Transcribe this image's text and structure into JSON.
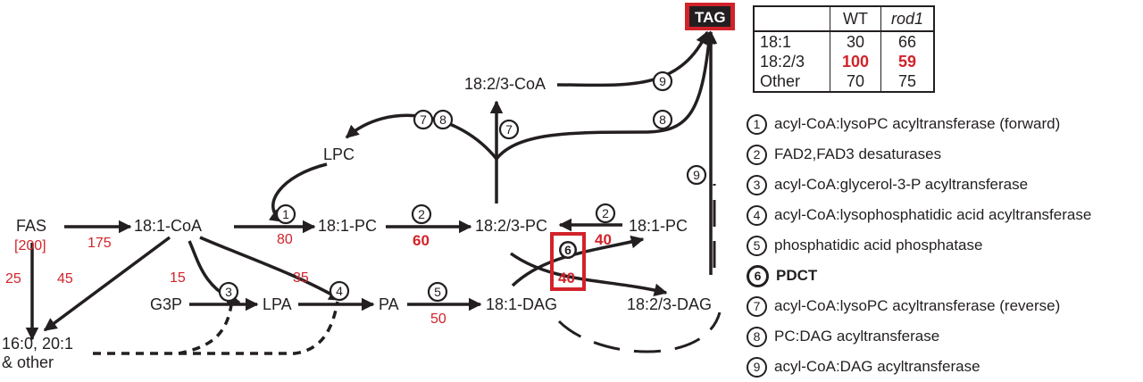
{
  "nodes": {
    "fas": "FAS",
    "fas_value": "[200]",
    "c181_coa": "18:1-CoA",
    "c181_pc": "18:1-PC",
    "c1823_pc": "18:2/3-PC",
    "c181_pc_right": "18:1-PC",
    "c1823_coa": "18:2/3-CoA",
    "lpc": "LPC",
    "tag": "TAG",
    "g3p": "G3P",
    "lpa": "LPA",
    "pa": "PA",
    "c181_dag": "18:1-DAG",
    "c1823_dag": "18:2/3-DAG",
    "other_fa_line1": "16:0, 20:1",
    "other_fa_line2": "& other"
  },
  "fluxes": {
    "fas_to_coa": "175",
    "fas_to_other": "25",
    "coa_to_other": "45",
    "coa_to_lpa": "15",
    "coa_to_pa": "35",
    "coa_to_pc": "80",
    "desat_forward": "60",
    "desat_right": "40",
    "pdct": "40",
    "pa_to_dag": "50"
  },
  "step_badges": [
    "1",
    "2",
    "2",
    "3",
    "4",
    "5",
    "6",
    "7",
    "7",
    "8",
    "8",
    "9",
    "9"
  ],
  "table": {
    "headers": [
      "",
      "WT",
      "rod1"
    ],
    "rows": [
      {
        "label": "18:1",
        "wt": "30",
        "rod1": "66"
      },
      {
        "label": "18:2/3",
        "wt": "100",
        "rod1": "59"
      },
      {
        "label": "Other",
        "wt": "70",
        "rod1": "75"
      }
    ]
  },
  "legend": [
    {
      "num": "1",
      "text": "acyl-CoA:lysoPC acyltransferase (forward)"
    },
    {
      "num": "2",
      "text": "FAD2,FAD3 desaturases"
    },
    {
      "num": "3",
      "text": "acyl-CoA:glycerol-3-P acyltransferase"
    },
    {
      "num": "4",
      "text": "acyl-CoA:lysophosphatidic acid acyltransferase"
    },
    {
      "num": "5",
      "text": "phosphatidic acid phosphatase"
    },
    {
      "num": "6",
      "text": "PDCT"
    },
    {
      "num": "7",
      "text": "acyl-CoA:lysoPC acyltransferase (reverse)"
    },
    {
      "num": "8",
      "text": "PC:DAG acyltransferase"
    },
    {
      "num": "9",
      "text": "acyl-CoA:DAG acyltransferase"
    }
  ],
  "colors": {
    "highlight_red": "#d2232a",
    "ink": "#231f20"
  }
}
